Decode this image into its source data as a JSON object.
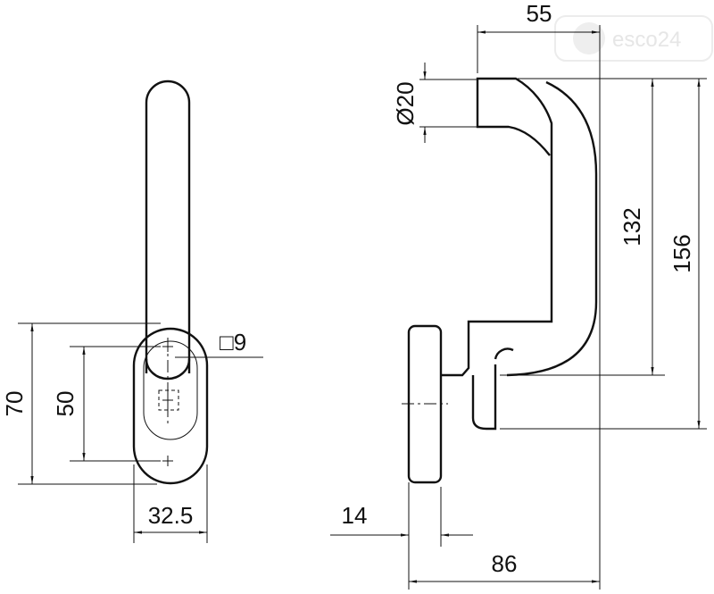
{
  "dimensions": {
    "d55": "55",
    "dia20": "Ø20",
    "d132": "132",
    "d156": "156",
    "d70": "70",
    "d50": "50",
    "square9": "□9",
    "d32_5": "32.5",
    "d14": "14",
    "d86": "86"
  },
  "watermark": {
    "text": "esco24"
  },
  "colors": {
    "line": "#111111",
    "watermark": "#e6e6e6"
  }
}
